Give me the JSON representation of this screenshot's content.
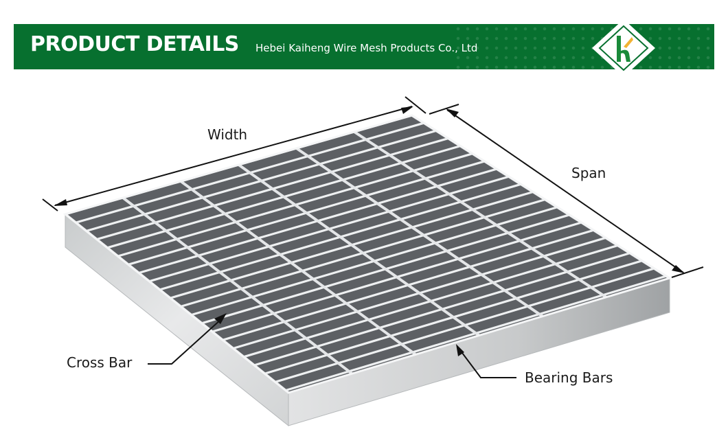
{
  "banner": {
    "title": "PRODUCT DETAILS",
    "company": "Hebei Kaiheng Wire Mesh Products Co., Ltd",
    "logo_letter": "k",
    "colors": {
      "background": "#07702f",
      "text": "#ffffff",
      "logo_accent": "#f2b233",
      "logo_letter": "#1a8a3a"
    }
  },
  "diagram": {
    "subject": "steel bar grating",
    "labels": {
      "width": "Width",
      "span": "Span",
      "cross_bar": "Cross Bar",
      "bearing_bars": "Bearing Bars"
    }
  }
}
